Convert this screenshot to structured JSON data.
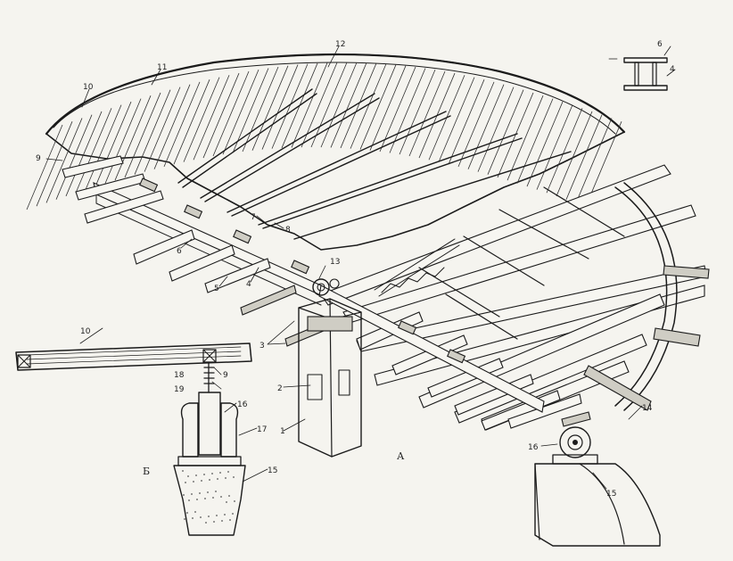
{
  "labels": {
    "n1": "1",
    "n2": "2",
    "n3": "3",
    "n4": "4",
    "n4b": "4",
    "n5": "5",
    "n6": "6",
    "n6b": "6",
    "n7": "7",
    "n8": "8",
    "n9": "9",
    "n9b": "9",
    "n10": "10",
    "n10b": "10",
    "n11": "11",
    "n12": "12",
    "n13": "13",
    "n14": "14",
    "n15": "15",
    "n15b": "15",
    "n16": "16",
    "n16b": "16",
    "n17": "17",
    "n18": "18",
    "n19": "19"
  },
  "sections": {
    "a": "А",
    "b": "Б"
  },
  "colors": {
    "ink": "#1b1b1b",
    "paper": "#f5f4ef",
    "shade": "#cfcdc4"
  }
}
